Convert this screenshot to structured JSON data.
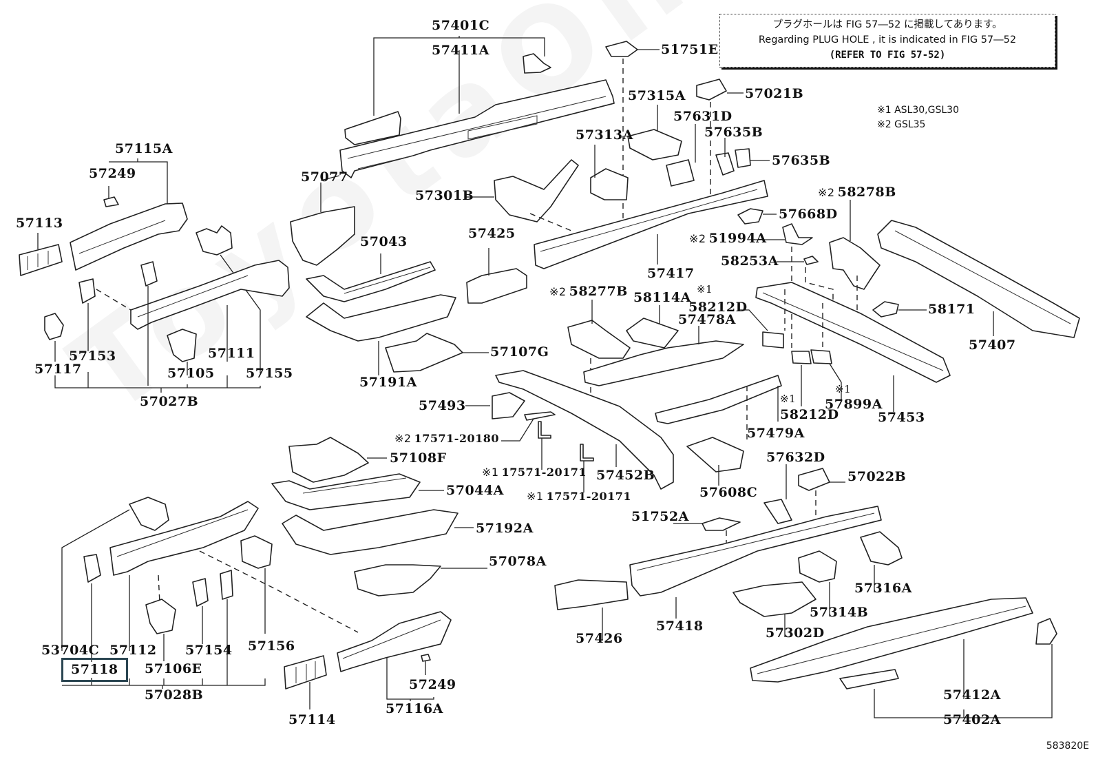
{
  "diagram": {
    "figure_id": "583820E",
    "watermark": "ToyotaOnline",
    "selected_part": "57118",
    "note": {
      "line_jp": "プラグホールは FIG 57―52 に掲載してあります。",
      "line_en": "Regarding  PLUG  HOLE , it is indicated in FIG  57―52",
      "line_ref": "(REFER TO FIG 57-52)"
    },
    "legend": [
      {
        "mark": "※1",
        "text": "ASL30,GSL30"
      },
      {
        "mark": "※2",
        "text": "GSL35"
      }
    ],
    "labels": {
      "p57401C": "57401C",
      "p57411A": "57411A",
      "p51751E": "51751E",
      "p57315A": "57315A",
      "p57021B": "57021B",
      "p57631D": "57631D",
      "p57635B_1": "57635B",
      "p57635B_2": "57635B",
      "p57313A": "57313A",
      "p57077": "57077",
      "p57301B": "57301B",
      "p57115A": "57115A",
      "p57249_top": "57249",
      "p57113": "57113",
      "p57043": "57043",
      "p57425": "57425",
      "p57417": "57417",
      "p57668D": "57668D",
      "p51994A": "51994A",
      "p58278B": "58278B",
      "p58253A": "58253A",
      "p58277B": "58277B",
      "p58114A": "58114A",
      "p58212D_top": "58212D",
      "p57478A": "57478A",
      "p58171": "58171",
      "p57407": "57407",
      "p57153": "57153",
      "p57111": "57111",
      "p57117": "57117",
      "p57105": "57105",
      "p57155": "57155",
      "p57027B": "57027B",
      "p57191A": "57191A",
      "p57107G": "57107G",
      "p58212D_bot": "58212D",
      "p57899A": "57899A",
      "p57453": "57453",
      "p57479A": "57479A",
      "p57493": "57493",
      "p17571_20180": "17571-20180",
      "p57108F": "57108F",
      "p17571_20171_a": "17571-20171",
      "p17571_20171_b": "17571-20171",
      "p57452B": "57452B",
      "p57608C": "57608C",
      "p57632D": "57632D",
      "p57022B": "57022B",
      "p57044A": "57044A",
      "p51752A": "51752A",
      "p57192A": "57192A",
      "p57316A": "57316A",
      "p57078A": "57078A",
      "p57314B": "57314B",
      "p57302D": "57302D",
      "p53704C": "53704C",
      "p57112": "57112",
      "p57154": "57154",
      "p57156": "57156",
      "p57426": "57426",
      "p57418": "57418",
      "p57118": "57118",
      "p57106E": "57106E",
      "p57028B": "57028B",
      "p57249_bot": "57249",
      "p57114": "57114",
      "p57116A": "57116A",
      "p57412A": "57412A",
      "p57402A": "57402A"
    },
    "marks": {
      "m1": "※1",
      "m2": "※2"
    }
  }
}
